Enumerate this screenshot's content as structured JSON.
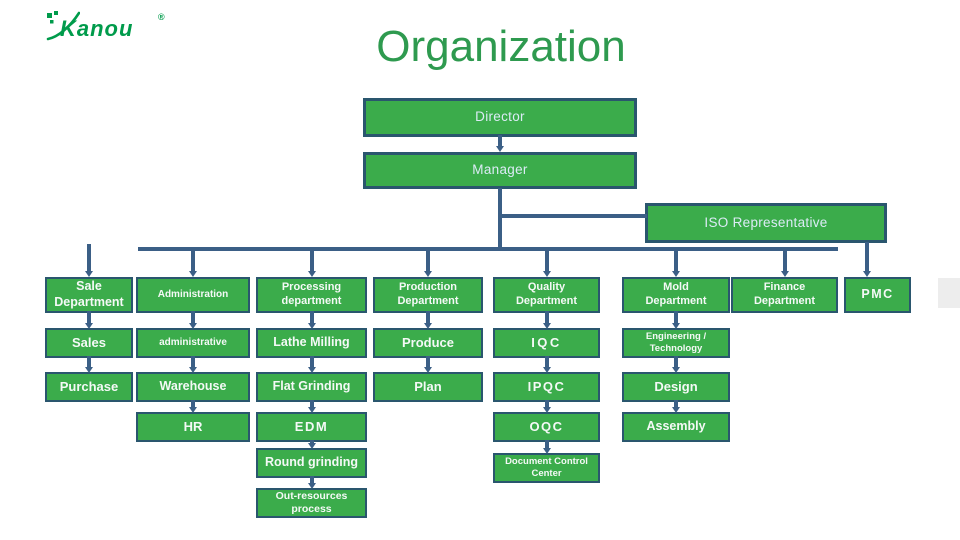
{
  "logo": {
    "brand": "Kanou",
    "registered_mark": "®"
  },
  "slide": {
    "title": "Organization"
  },
  "colors": {
    "box_green": "#3bac4b",
    "box_border": "#2a566e",
    "connector_blue": "#3b5f86",
    "title_green": "#2e9a4f",
    "logo_green": "#009b4b",
    "edge_artifact_gray": "#ededed"
  },
  "org": {
    "director": "Director",
    "manager": "Manager",
    "iso_representative": "ISO Representative",
    "columns": [
      {
        "name": "sales",
        "boxes": [
          "Sale Department",
          "Sales",
          "Purchase"
        ]
      },
      {
        "name": "administration",
        "boxes": [
          "Administration",
          "administrative",
          "Warehouse",
          "HR"
        ]
      },
      {
        "name": "processing",
        "boxes": [
          "Processing department",
          "Lathe Milling",
          "Flat Grinding",
          "EDM",
          "Round grinding",
          "Out-resources process"
        ]
      },
      {
        "name": "production",
        "boxes": [
          "Production Department",
          "Produce",
          "Plan"
        ]
      },
      {
        "name": "quality",
        "boxes": [
          "Quality Department",
          "IQC",
          "IPQC",
          "OQC",
          "Document Control Center"
        ]
      },
      {
        "name": "mold",
        "boxes": [
          "Mold Department",
          "Engineering / Technology",
          "Design",
          "Assembly"
        ]
      },
      {
        "name": "finance",
        "boxes": [
          "Finance Department"
        ]
      },
      {
        "name": "pmc",
        "boxes": [
          "PMC"
        ]
      }
    ]
  }
}
